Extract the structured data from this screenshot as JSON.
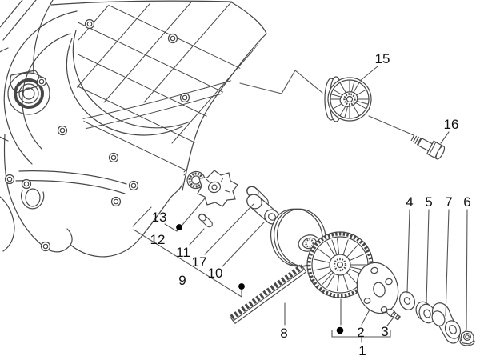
{
  "diagram": {
    "callouts": {
      "c1": "1",
      "c2": "2",
      "c3": "3",
      "c4": "4",
      "c5": "5",
      "c6": "6",
      "c7": "7",
      "c8": "8",
      "c9": "9",
      "c10": "10",
      "c11": "11",
      "c12": "12",
      "c13": "13",
      "c15": "15",
      "c16": "16",
      "c17": "17"
    },
    "colors": {
      "line": "#474747",
      "label": "#111111",
      "background": "#ffffff",
      "marker_dot": "#000000"
    }
  }
}
